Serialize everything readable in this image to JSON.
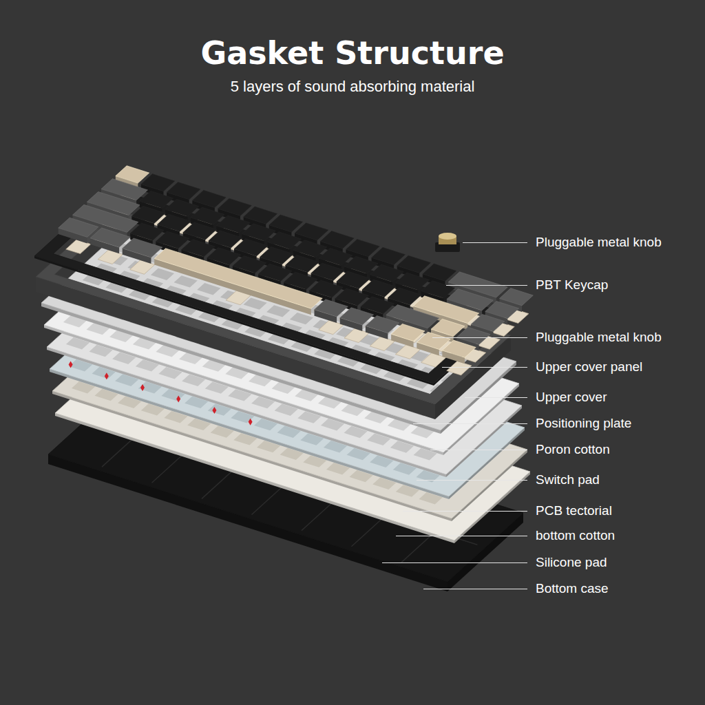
{
  "diagram": {
    "title": "Gasket Structure",
    "labels": [
      "5 layers of sound absorbing material",
      "Pluggable metal knob",
      "PBT Keycap",
      "Pluggable metal knob",
      "Upper cover panel",
      "Upper cover",
      "Positioning plate",
      "Poron cotton",
      "Switch pad",
      "PCB tectorial",
      "bottom cotton",
      "Silicone pad",
      "Bottom case"
    ]
  }
}
